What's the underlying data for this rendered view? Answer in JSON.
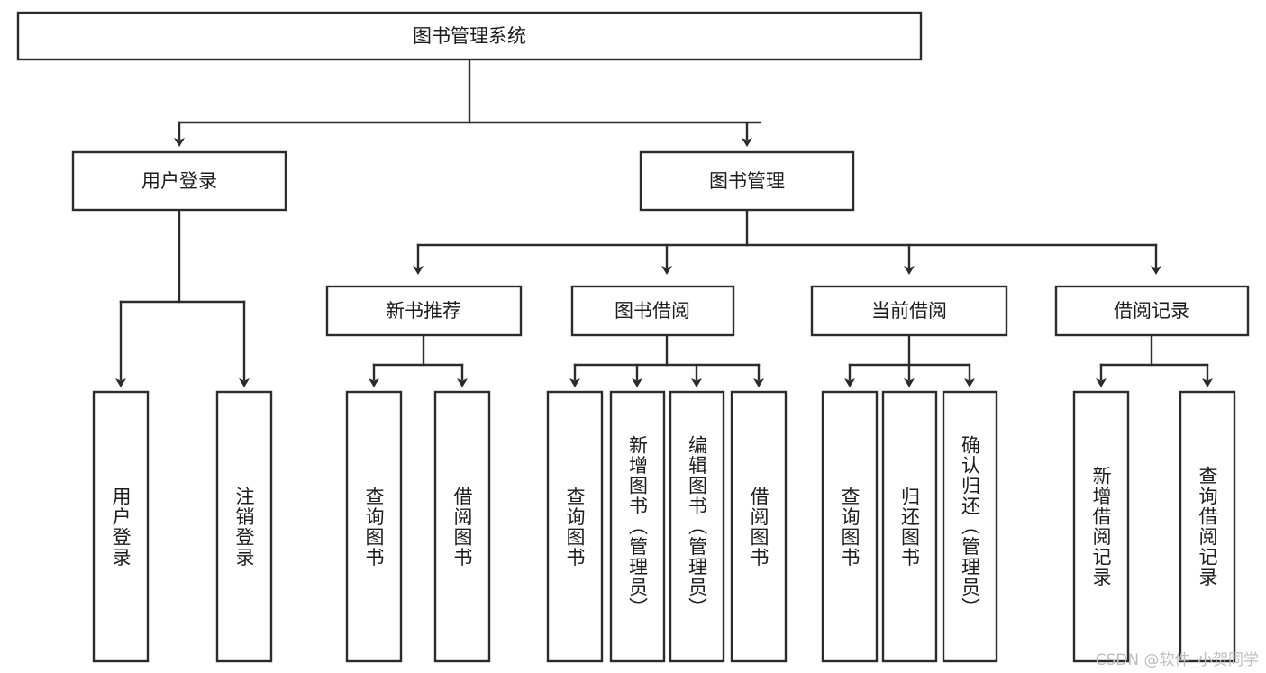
{
  "diagram": {
    "title": "图书管理系统",
    "type": "tree-hierarchy-chart",
    "watermark": "CSDN @软件_小贺同学",
    "colors": {
      "stroke": "#2b2b2b",
      "fill": "#ffffff",
      "text": "#1c1c1c",
      "watermark": "#bdbdbd"
    },
    "root": {
      "label": "图书管理系统"
    },
    "level2": [
      {
        "label": "用户登录"
      },
      {
        "label": "图书管理"
      }
    ],
    "level3": [
      {
        "label": "新书推荐"
      },
      {
        "label": "图书借阅"
      },
      {
        "label": "当前借阅"
      },
      {
        "label": "借阅记录"
      }
    ],
    "leaves": {
      "user_login": [
        {
          "label": "用户登录"
        },
        {
          "label": "注销登录"
        }
      ],
      "new_book_recommend": [
        {
          "label": "查询图书"
        },
        {
          "label": "借阅图书"
        }
      ],
      "book_borrow": [
        {
          "label": "查询图书"
        },
        {
          "label": "新增图书（管理员）"
        },
        {
          "label": "编辑图书（管理员）"
        },
        {
          "label": "借阅图书"
        }
      ],
      "current_borrow": [
        {
          "label": "查询图书"
        },
        {
          "label": "归还图书"
        },
        {
          "label": "确认归还（管理员）"
        }
      ],
      "borrow_record": [
        {
          "label": "新增借阅记录"
        },
        {
          "label": "查询借阅记录"
        }
      ]
    }
  }
}
